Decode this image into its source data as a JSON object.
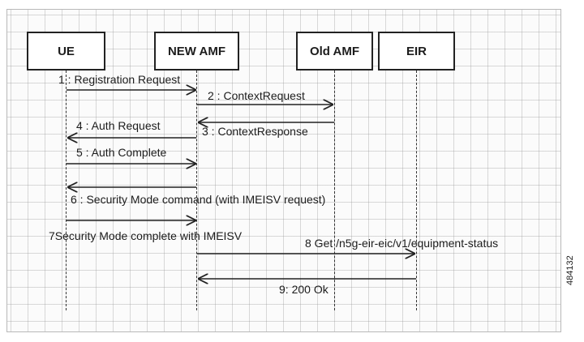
{
  "actors": {
    "ue": "UE",
    "new_amf": "NEW AMF",
    "old_amf": "Old AMF",
    "eir": "EIR"
  },
  "messages": {
    "m1": "1 : Registration Request",
    "m2": "2 : ContextRequest",
    "m3": "3 : ContextResponse",
    "m4": "4 : Auth Request",
    "m5": "5 : Auth Complete",
    "m6": "6 : Security Mode command (with IMEISV request)",
    "m7": "7Security Mode complete with IMEISV",
    "m8": "8 Get /n5g-eir-eic/v1/equipment-status",
    "m9": "9: 200 Ok"
  },
  "figure_id": "484132"
}
